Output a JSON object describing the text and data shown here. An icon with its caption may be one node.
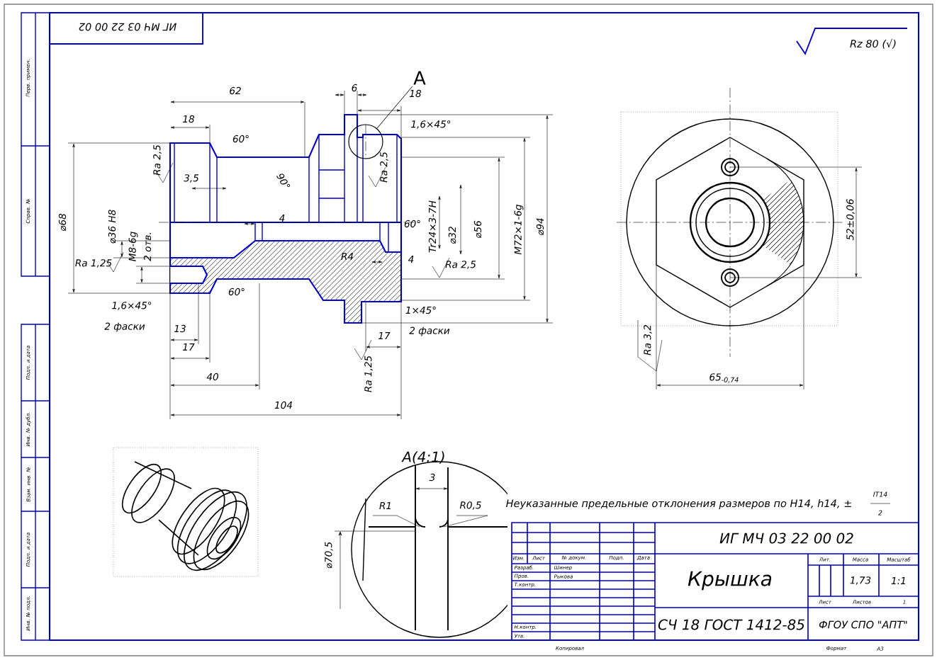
{
  "diagram": {
    "nodes": [
      {
        "text": [
          "A"
        ]
      },
      {
        "text": [],
        "shape": "circle"
      }
    ],
    "edges": [
      {
        "from": 0,
        "to": 1,
        "arrow": "none"
      }
    ],
    "labels": [
      "ИГ МЧ 03 22 00 02",
      "Rz 80 (√)",
      "62",
      "18",
      "6",
      "18",
      "1,6×45°",
      "60°",
      "Ra 2,5",
      "3,5",
      "90°",
      "Ra 2,5",
      "⌀68",
      "⌀36 H8",
      "M8-6g",
      "2 отв.",
      "4",
      "60°",
      "Tr24×3-7H",
      "⌀32",
      "⌀56",
      "M72×1-6g",
      "⌀94",
      "Ra 1,25",
      "60°",
      "R4",
      "4",
      "Ra 2,5",
      "1,6×45°",
      "2 фаски",
      "13",
      "17",
      "1×45°",
      "2 фаски",
      "17",
      "40",
      "Ra 1,25",
      "104",
      "52±0,06",
      "Ra 3,2",
      "65$_{-0,74}$",
      "A(4:1)",
      "3",
      "R1",
      "R0,5",
      "⌀70,5",
      "Неуказанные предельные отклонения размеров по H14, h14, ±",
      "IT14",
      "2",
      "ИГ МЧ 03 22 00 02",
      "Изм.",
      "Лист",
      "№ докум.",
      "Подп.",
      "Дата",
      "Разраб.",
      "Шинер",
      "Пров.",
      "Рыкова",
      "Т.контр.",
      "Н.контр.",
      "Утв.",
      "Крышка",
      "Лит.",
      "Масса",
      "Масштаб",
      "1,73",
      "1:1",
      "Лист",
      "Листов",
      "1",
      "СЧ 18 ГОСТ 1412-85",
      "ФГОУ СПО \"АПТ\"",
      "Копировал",
      "Формат",
      "А3",
      "Перв. примен.",
      "Справ. №",
      "Подп. и дата",
      "Инв. № дубл.",
      "Взам. инв. №",
      "Подп. и дата",
      "Инв. № подл."
    ]
  }
}
